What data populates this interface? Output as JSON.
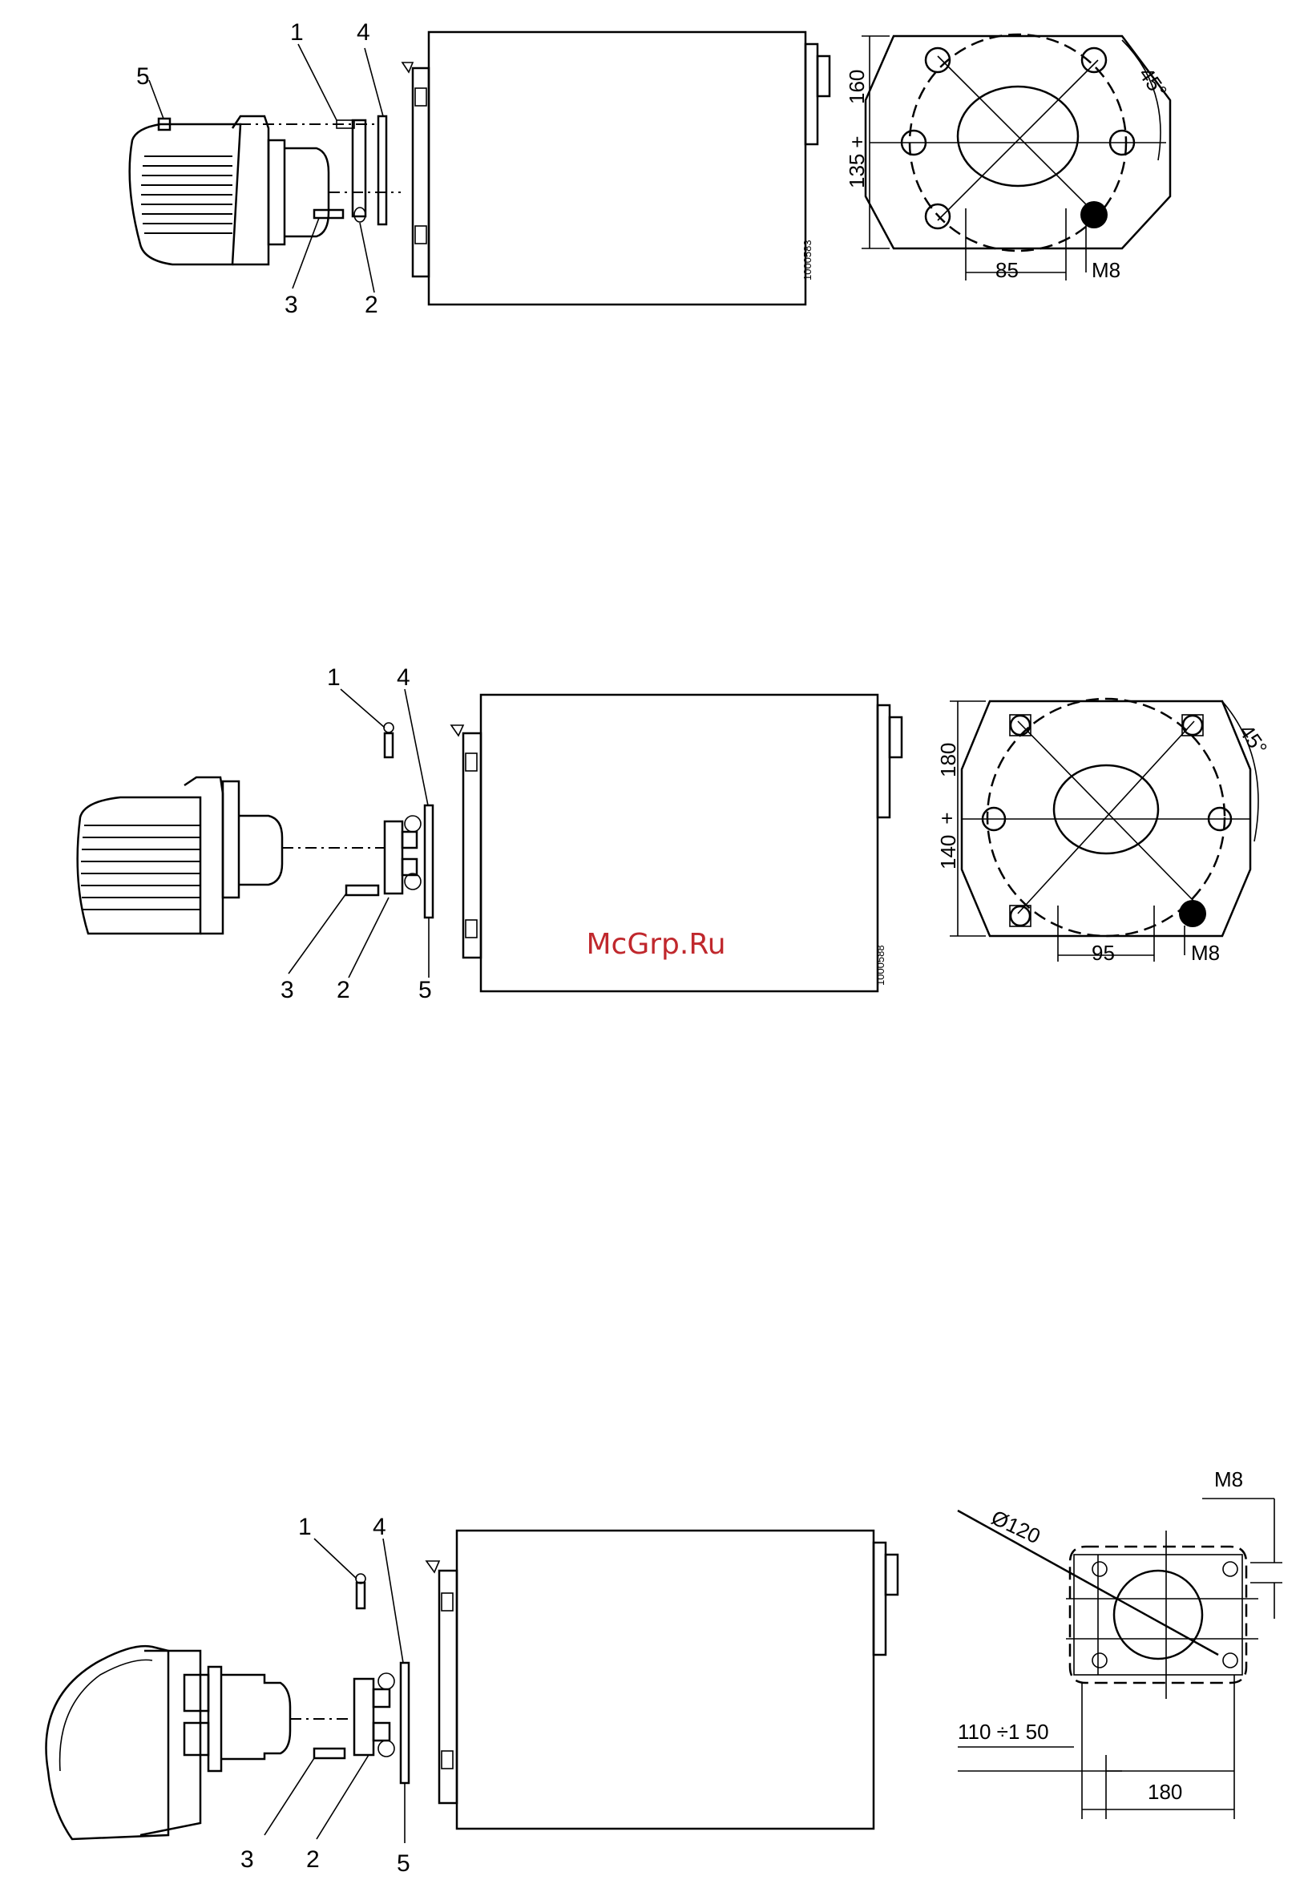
{
  "watermark": "McGrp.Ru",
  "figures": [
    {
      "parts": [
        "1",
        "4",
        "5",
        "3",
        "2"
      ],
      "dims": {
        "height_top": "160",
        "height_bottom": "135",
        "angle": "45°",
        "width": "85",
        "thread": "M8"
      },
      "code": "1000583"
    },
    {
      "parts": [
        "1",
        "4",
        "3",
        "2",
        "5"
      ],
      "dims": {
        "height_top": "180",
        "height_bottom": "140",
        "angle": "45°",
        "width": "95",
        "thread": "M8"
      },
      "code": "1000588"
    },
    {
      "parts": [
        "1",
        "4",
        "3",
        "2",
        "5"
      ],
      "dims": {
        "diameter": "Ø120",
        "thread": "M8",
        "range": "110 ÷1 50",
        "width": "180"
      }
    }
  ]
}
